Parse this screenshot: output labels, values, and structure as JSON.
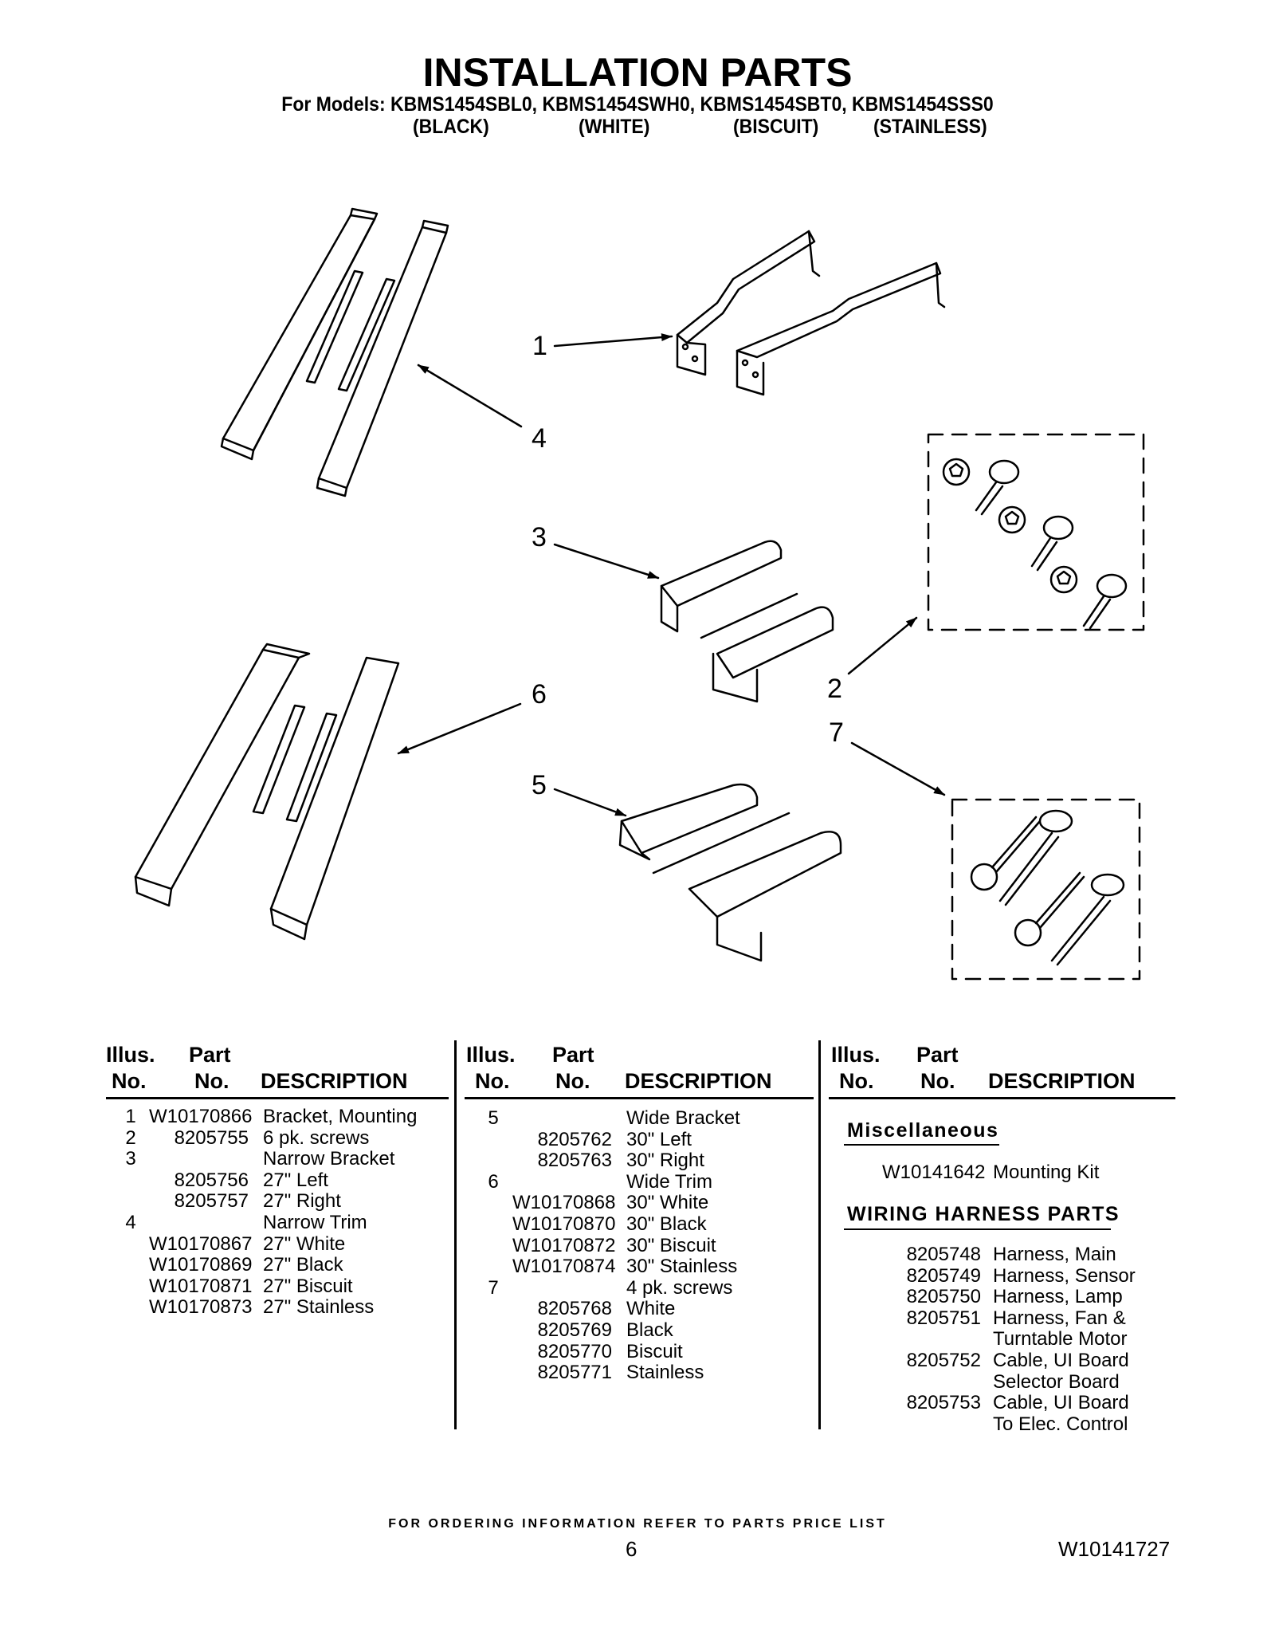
{
  "title": "INSTALLATION PARTS",
  "models_line": "For Models: KBMS1454SBL0, KBMS1454SWH0, KBMS1454SBT0, KBMS1454SSS0",
  "finishes": [
    "(BLACK)",
    "(WHITE)",
    "(BISCUIT)",
    "(STAINLESS)"
  ],
  "callouts": [
    "1",
    "4",
    "3",
    "2",
    "6",
    "7",
    "5"
  ],
  "headers": {
    "illus": "Illus.",
    "no": "No.",
    "part": "Part",
    "part_no": "No.",
    "description": "DESCRIPTION"
  },
  "table1": [
    {
      "illus": "1",
      "part": "W10170866",
      "desc": "Bracket, Mounting"
    },
    {
      "illus": "2",
      "part": "8205755",
      "desc": "6 pk. screws"
    },
    {
      "illus": "3",
      "part": "",
      "desc": "Narrow Bracket"
    },
    {
      "illus": "",
      "part": "8205756",
      "desc": "27\" Left"
    },
    {
      "illus": "",
      "part": "8205757",
      "desc": "27\" Right"
    },
    {
      "illus": "4",
      "part": "",
      "desc": "Narrow Trim"
    },
    {
      "illus": "",
      "part": "W10170867",
      "desc": "27\" White"
    },
    {
      "illus": "",
      "part": "W10170869",
      "desc": "27\" Black"
    },
    {
      "illus": "",
      "part": "W10170871",
      "desc": "27\" Biscuit"
    },
    {
      "illus": "",
      "part": "W10170873",
      "desc": "27\" Stainless"
    }
  ],
  "table2": [
    {
      "illus": "5",
      "part": "",
      "desc": "Wide Bracket"
    },
    {
      "illus": "",
      "part": "8205762",
      "desc": "30\" Left"
    },
    {
      "illus": "",
      "part": "8205763",
      "desc": "30\" Right"
    },
    {
      "illus": "6",
      "part": "",
      "desc": "Wide Trim"
    },
    {
      "illus": "",
      "part": "W10170868",
      "desc": "30\" White"
    },
    {
      "illus": "",
      "part": "W10170870",
      "desc": "30\" Black"
    },
    {
      "illus": "",
      "part": "W10170872",
      "desc": "30\" Biscuit"
    },
    {
      "illus": "",
      "part": "W10170874",
      "desc": "30\" Stainless"
    },
    {
      "illus": "7",
      "part": "",
      "desc": "4 pk. screws"
    },
    {
      "illus": "",
      "part": "8205768",
      "desc": "White"
    },
    {
      "illus": "",
      "part": "8205769",
      "desc": "Black"
    },
    {
      "illus": "",
      "part": "8205770",
      "desc": "Biscuit"
    },
    {
      "illus": "",
      "part": "8205771",
      "desc": "Stainless"
    }
  ],
  "misc": {
    "heading": "Miscellaneous",
    "items": [
      {
        "part": "W10141642",
        "desc": "Mounting Kit"
      }
    ]
  },
  "wiring": {
    "heading": "WIRING HARNESS PARTS",
    "items": [
      {
        "part": "8205748",
        "desc": "Harness, Main"
      },
      {
        "part": "8205749",
        "desc": "Harness, Sensor"
      },
      {
        "part": "8205750",
        "desc": "Harness, Lamp"
      },
      {
        "part": "8205751",
        "desc": "Harness, Fan &"
      },
      {
        "part": "",
        "desc": "Turntable Motor"
      },
      {
        "part": "8205752",
        "desc": "Cable, UI Board"
      },
      {
        "part": "",
        "desc": "Selector Board"
      },
      {
        "part": "8205753",
        "desc": "Cable, UI Board"
      },
      {
        "part": "",
        "desc": "To Elec. Control"
      }
    ]
  },
  "footer": "FOR ORDERING INFORMATION REFER TO PARTS PRICE LIST",
  "page_number": "6",
  "doc_number": "W10141727"
}
